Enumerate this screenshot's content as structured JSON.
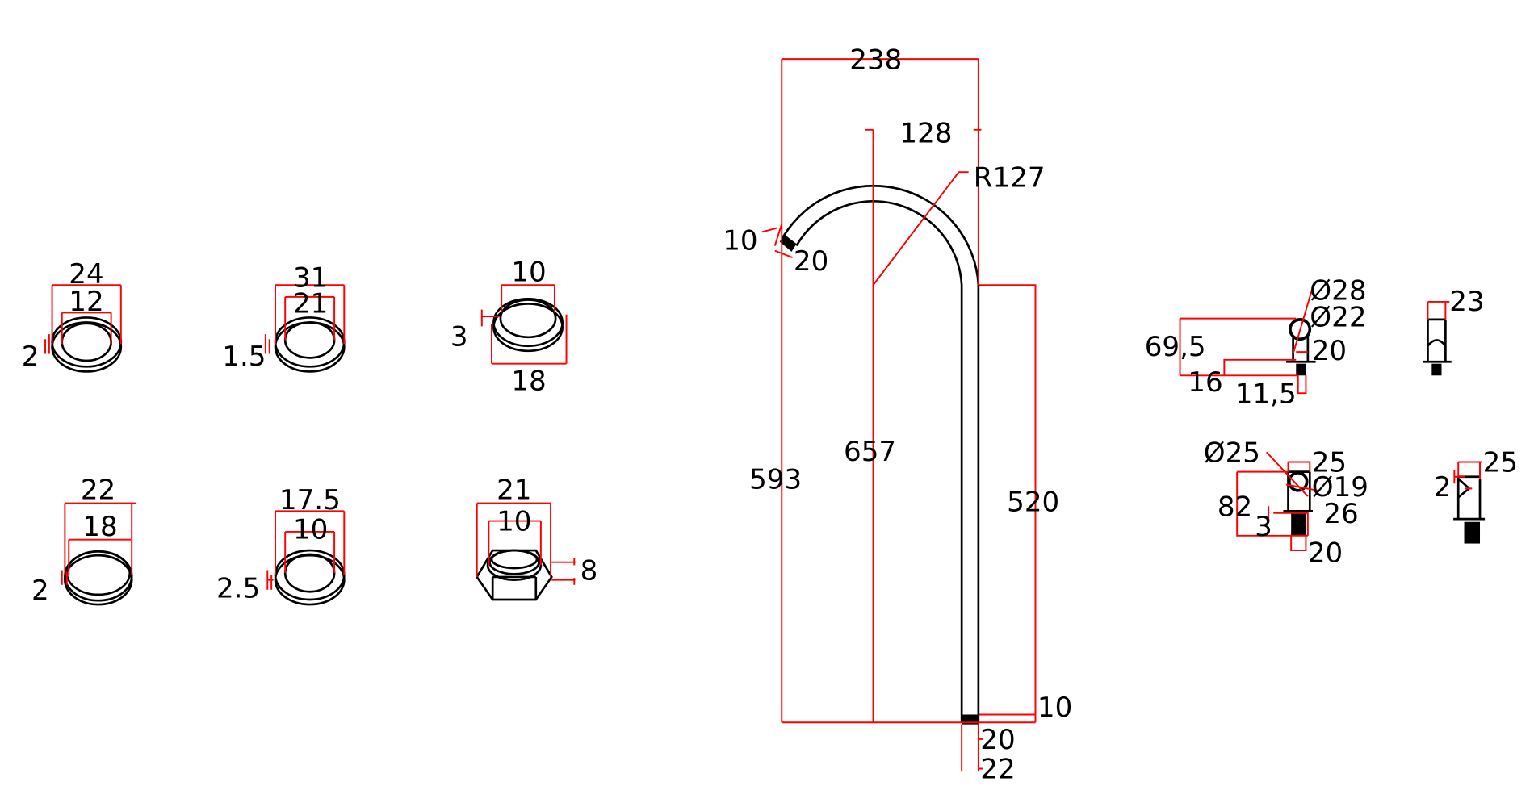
{
  "colors": {
    "dimension": "#ff0000",
    "outline": "#000000"
  },
  "parts": {
    "ring1": {
      "outer": "24",
      "inner": "12",
      "thickness": "2"
    },
    "ring2": {
      "outer": "31",
      "inner": "21",
      "thickness": "1.5"
    },
    "ring3": {
      "top": "10",
      "bottom": "18",
      "thickness": "3"
    },
    "ring4": {
      "outer": "22",
      "inner": "18",
      "thickness": "2"
    },
    "ring5": {
      "outer": "17.5",
      "inner": "10",
      "thickness": "2.5"
    },
    "hex_nut": {
      "outer": "21",
      "inner": "10",
      "height": "8"
    },
    "spout": {
      "width": "238",
      "center_offset": "128",
      "radius": "R127",
      "tip_w": "10",
      "tip_d": "20",
      "height_left": "593",
      "height_center": "657",
      "straight": "520",
      "base": "10",
      "base_d1": "20",
      "base_d2": "22"
    },
    "part_a": {
      "d1": "Ø28",
      "d2": "Ø22",
      "h": "20",
      "len": "69,5",
      "a": "16",
      "b": "11,5"
    },
    "part_b": {
      "w": "23"
    },
    "part_c": {
      "d1": "Ø25",
      "w": "25",
      "d2": "Ø19",
      "len": "82",
      "t": "3",
      "h": "26",
      "base": "20"
    },
    "part_d": {
      "t": "2",
      "w": "25"
    }
  }
}
